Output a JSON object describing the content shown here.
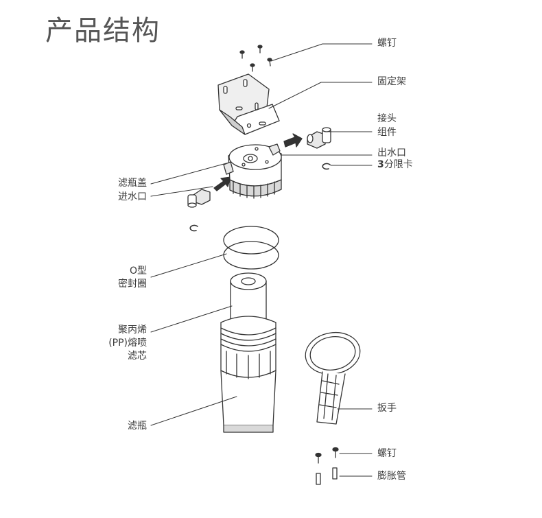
{
  "title": "产品结构",
  "labels": {
    "screw_top": "螺钉",
    "bracket": "固定架",
    "fitting_1": "接头",
    "fitting_2": "组件",
    "outlet": "出水口",
    "clip_num": "3",
    "clip_text": "分限卡",
    "cap": "滤瓶盖",
    "inlet": "进水口",
    "oring_1": "O型",
    "oring_2": "密封圈",
    "cartridge_1": "聚丙烯",
    "cartridge_2": "(PP)熔喷",
    "cartridge_3": "滤芯",
    "bottle": "滤瓶",
    "wrench": "扳手",
    "screw_bottom": "螺钉",
    "anchor": "膨胀管"
  },
  "colors": {
    "line": "#333333",
    "part_fill": "#ffffff",
    "shade": "#d9d9d9",
    "arrow": "#333333"
  }
}
